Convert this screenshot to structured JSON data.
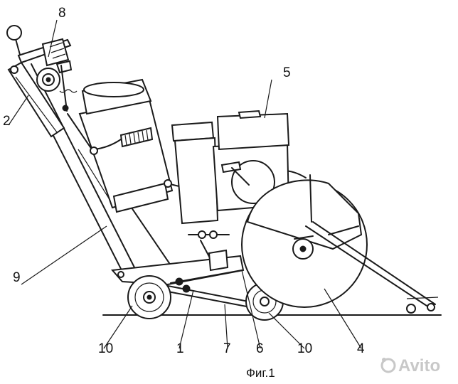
{
  "diagram": {
    "caption": "Фиг.1",
    "part_labels": {
      "p1": "1",
      "p2": "2",
      "p4": "4",
      "p5": "5",
      "p6": "6",
      "p7": "7",
      "p8": "8",
      "p9": "9",
      "p10a": "10",
      "p10b": "10"
    }
  },
  "watermark": {
    "text": "Avito",
    "color": "#c8c8c8"
  }
}
